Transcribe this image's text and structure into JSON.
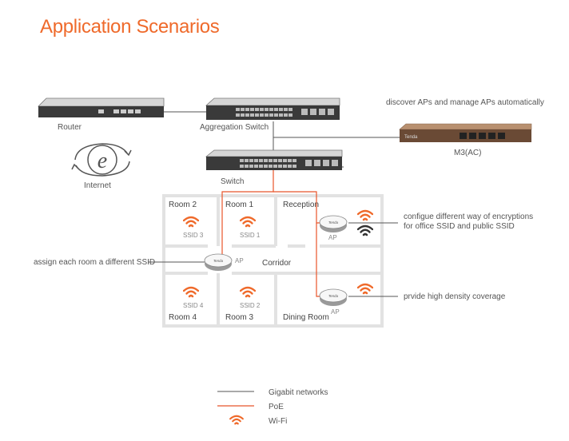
{
  "title": "Application Scenarios",
  "devices": {
    "router": "Router",
    "internet": "Internet",
    "aggregation_switch": "Aggregation Switch",
    "switch": "Switch",
    "controller": "M3(AC)",
    "controller_note": "discover APs and manage APs automatically",
    "brand": "Tenda"
  },
  "rooms": {
    "room2": "Room 2",
    "room1": "Room 1",
    "reception": "Reception",
    "room4": "Room 4",
    "room3": "Room 3",
    "dining_room": "Dining Room",
    "corridor": "Corridor"
  },
  "ssids": {
    "ssid3": "SSID 3",
    "ssid1": "SSID 1",
    "ssid4": "SSID 4",
    "ssid2": "SSID 2"
  },
  "ap_label": "AP",
  "annotations": {
    "assign": "assign each room a different SSID",
    "encryption_line1": "configue different way of encryptions",
    "encryption_line2": "for office SSID and public SSID",
    "density": "prvide high density coverage"
  },
  "legend": {
    "gigabit": "Gigabit networks",
    "poe": "PoE",
    "wifi": "Wi-Fi"
  },
  "colors": {
    "accent": "#ef6a2b",
    "poe_line": "#e8552a",
    "gigabit_line": "#555555",
    "device_dark": "#3a3a3a"
  }
}
